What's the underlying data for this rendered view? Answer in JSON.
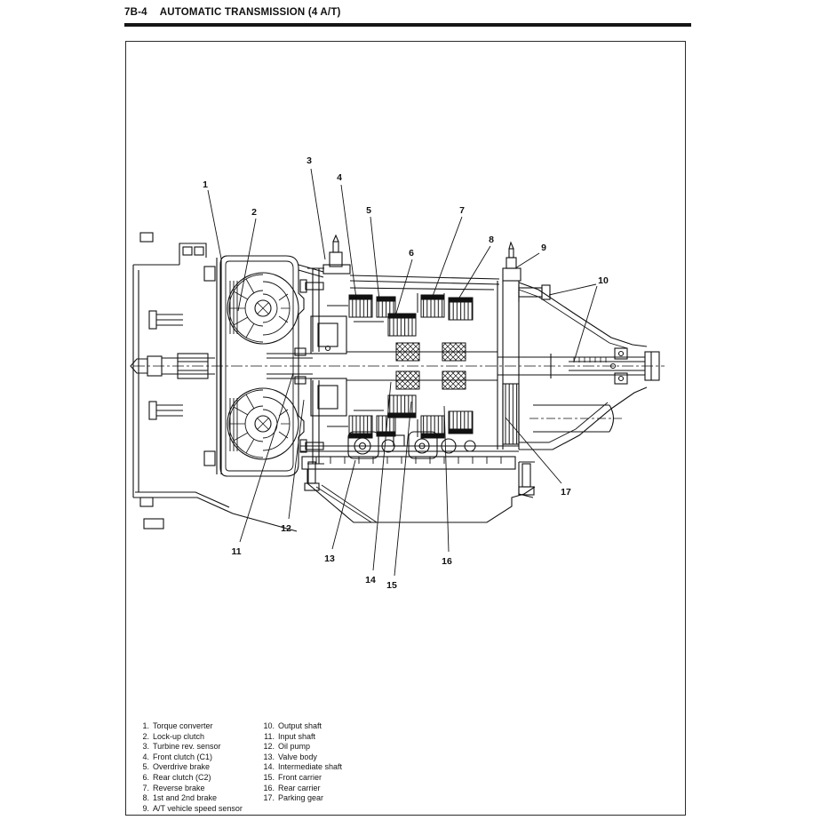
{
  "header": {
    "section": "7B-4",
    "title": "AUTOMATIC TRANSMISSION (4 A/T)"
  },
  "figure": {
    "description": "Sectional view of 4-speed automatic transmission",
    "callouts": [
      "1",
      "2",
      "3",
      "4",
      "5",
      "6",
      "7",
      "8",
      "9",
      "10",
      "11",
      "12",
      "13",
      "14",
      "15",
      "16",
      "17"
    ],
    "legend": {
      "col1": [
        {
          "num": "1.",
          "label": "Torque converter"
        },
        {
          "num": "2.",
          "label": "Lock-up clutch"
        },
        {
          "num": "3.",
          "label": "Turbine rev. sensor"
        },
        {
          "num": "4.",
          "label": "Front clutch (C1)"
        },
        {
          "num": "5.",
          "label": "Overdrive brake"
        },
        {
          "num": "6.",
          "label": "Rear clutch (C2)"
        },
        {
          "num": "7.",
          "label": "Reverse brake"
        },
        {
          "num": "8.",
          "label": "1st and 2nd brake"
        },
        {
          "num": "9.",
          "label": "A/T vehicle speed sensor"
        }
      ],
      "col2": [
        {
          "num": "10.",
          "label": "Output shaft"
        },
        {
          "num": "11.",
          "label": "Input shaft"
        },
        {
          "num": "12.",
          "label": "Oil pump"
        },
        {
          "num": "13.",
          "label": "Valve body"
        },
        {
          "num": "14.",
          "label": "Intermediate shaft"
        },
        {
          "num": "15.",
          "label": "Front carrier"
        },
        {
          "num": "16.",
          "label": "Rear carrier"
        },
        {
          "num": "17.",
          "label": "Parking gear"
        }
      ]
    }
  },
  "colors": {
    "ink": "#111111",
    "paper": "#ffffff"
  }
}
